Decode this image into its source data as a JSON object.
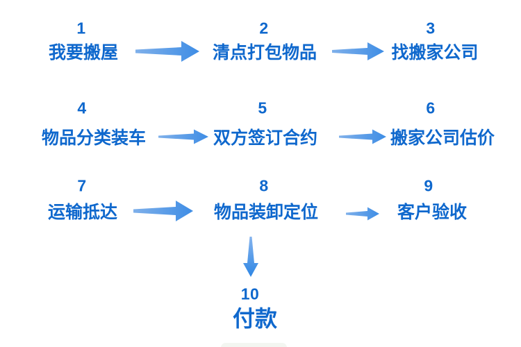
{
  "diagram": {
    "title": "moving-house-process-flowchart",
    "language": "zh",
    "steps": [
      {
        "number": "1",
        "label": "我要搬屋"
      },
      {
        "number": "2",
        "label": "清点打包物品"
      },
      {
        "number": "3",
        "label": "找搬家公司"
      },
      {
        "number": "4",
        "label": "物品分类装车"
      },
      {
        "number": "5",
        "label": "双方签订合约"
      },
      {
        "number": "6",
        "label": "搬家公司估价"
      },
      {
        "number": "7",
        "label": "运输抵达"
      },
      {
        "number": "8",
        "label": "物品装卸定位"
      },
      {
        "number": "9",
        "label": "客户验收"
      },
      {
        "number": "10",
        "label": "付款"
      }
    ],
    "connections": [
      {
        "from": "1",
        "to": "2",
        "direction": "right"
      },
      {
        "from": "2",
        "to": "3",
        "direction": "right"
      },
      {
        "from": "4",
        "to": "5",
        "direction": "right"
      },
      {
        "from": "5",
        "to": "6",
        "direction": "right"
      },
      {
        "from": "7",
        "to": "8",
        "direction": "right"
      },
      {
        "from": "8",
        "to": "9",
        "direction": "right"
      },
      {
        "from": "8",
        "to": "10",
        "direction": "down"
      }
    ],
    "colors": {
      "step_text": "#0F68CD",
      "arrow_light": "#7FB0EA",
      "arrow_dark": "#3E8DE5",
      "arrow_vertical_light": "#85B4EE",
      "arrow_vertical_dark": "#2E86E4",
      "background": "#FFFFFF"
    }
  }
}
